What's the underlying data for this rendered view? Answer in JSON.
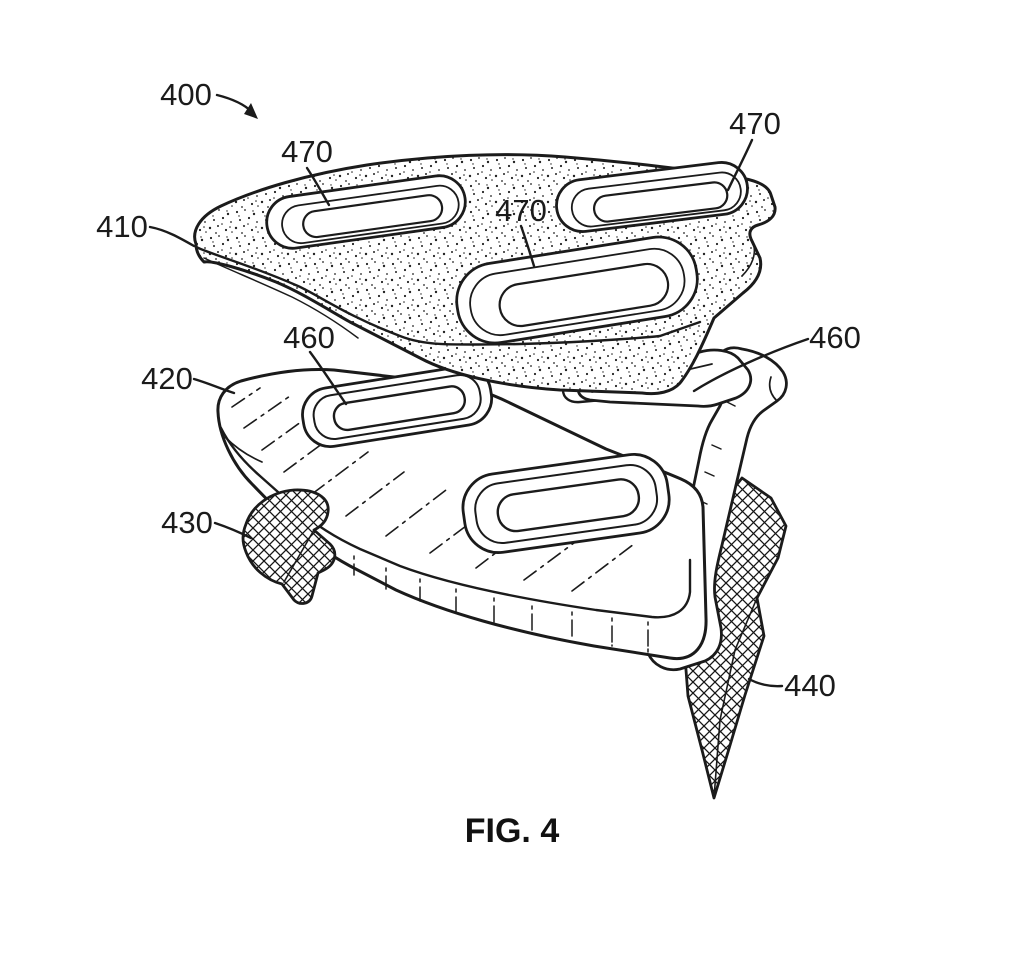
{
  "figure": {
    "caption": "FIG. 4",
    "callouts": {
      "assembly": "400",
      "upper_plate": "410",
      "lower_plate": "420",
      "front_stud": "430",
      "rear_stud": "440",
      "boss_center": "460",
      "boss_right": "460",
      "opening_left": "470",
      "opening_right": "470",
      "opening_center": "470"
    },
    "colors": {
      "ink": "#1b1b1b",
      "background": "#ffffff"
    }
  }
}
